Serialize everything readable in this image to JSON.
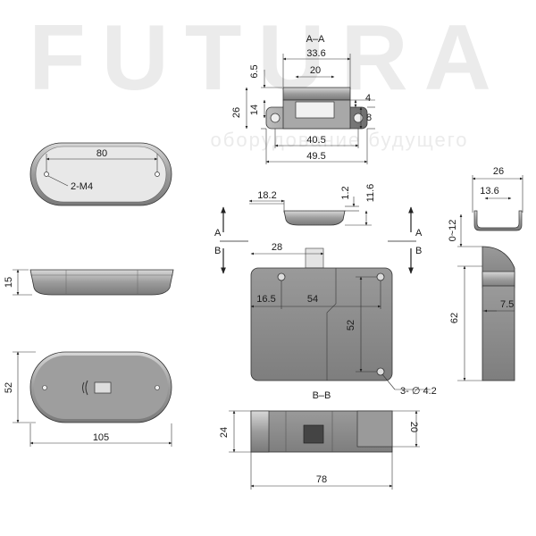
{
  "watermark": {
    "brand": "FUTURA",
    "slogan": "оборудование будущего"
  },
  "colors": {
    "part_fill": "#8c8c8c",
    "part_light": "#c9c9c9",
    "outline": "#333333",
    "watermark": "#ebebeb"
  },
  "section_labels": {
    "aa": "A–A",
    "bb": "B–B",
    "a_left": "A",
    "b_left": "B",
    "a_right": "A",
    "b_right": "B"
  },
  "strike_view": {
    "top_width": "33.6",
    "inner_width": "20",
    "top_height": "6.5",
    "total_height": "26",
    "slot_height": "14",
    "right_small": "4",
    "right_height": "8",
    "hole_spacing": "40.5",
    "total_width": "49.5"
  },
  "cover_top": {
    "hole_spacing": "80",
    "thread": "2-M4"
  },
  "cover_side": {
    "thickness": "15"
  },
  "cover_front": {
    "height": "52",
    "width": "105"
  },
  "bracket_view": {
    "width": "18.2",
    "thickness": "1.2",
    "height": "11.6"
  },
  "main_body": {
    "bolt_offset": "28",
    "left_offset": "16.5",
    "hole_spacing_h": "54",
    "hole_spacing_v": "52",
    "holes": "3- ∅ 4.2"
  },
  "bottom_view": {
    "height_left": "24",
    "height_right": "20",
    "width": "78"
  },
  "side_view": {
    "width": "26",
    "inner": "13.6",
    "range": "0~12",
    "height": "62",
    "offset": "7.5"
  }
}
